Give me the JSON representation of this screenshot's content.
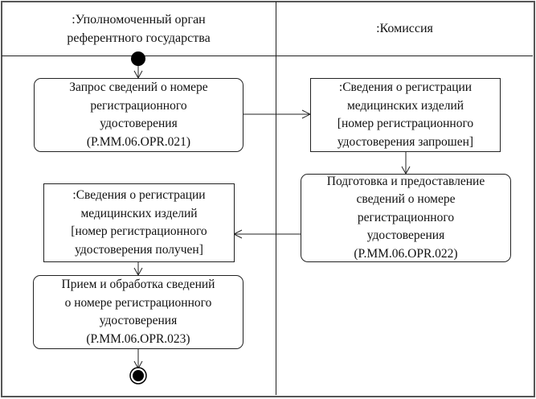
{
  "lanes": [
    {
      "title_lines": [
        ":Уполномоченный орган",
        "референтного государства"
      ]
    },
    {
      "title_lines": [
        ":Комиссия"
      ]
    }
  ],
  "nodes": {
    "request": {
      "lines": [
        "Запрос сведений о номере",
        "регистрационного",
        "удостоверения",
        "(P.MM.06.OPR.021)"
      ]
    },
    "object_requested": {
      "lines": [
        ":Сведения о регистрации",
        "медицинских изделий",
        "[номер регистрационного",
        "удостоверения запрошен]"
      ]
    },
    "prepare": {
      "lines": [
        "Подготовка и предоставление",
        "сведений о номере",
        "регистрационного",
        "удостоверения",
        "(P.MM.06.OPR.022)"
      ]
    },
    "object_received": {
      "lines": [
        ":Сведения о регистрации",
        "медицинских изделий",
        "[номер регистрационного",
        "удостоверения получен]"
      ]
    },
    "process": {
      "lines": [
        "Прием и обработка сведений",
        "о номере регистрационного",
        "удостоверения",
        "(P.MM.06.OPR.023)"
      ]
    }
  }
}
